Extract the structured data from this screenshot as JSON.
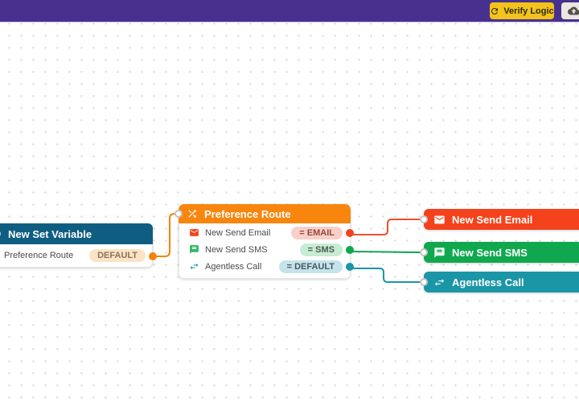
{
  "topbar": {
    "verify_label": "Verify Logic"
  },
  "nodes": {
    "set_variable": {
      "title": "New Set Variable",
      "row_label": "Preference Route",
      "row_badge": "DEFAULT"
    },
    "preference_route": {
      "title": "Preference Route",
      "rows": [
        {
          "icon": "email-icon",
          "label": "New Send Email",
          "badge": "= EMAIL"
        },
        {
          "icon": "sms-icon",
          "label": "New Send SMS",
          "badge": "= SMS"
        },
        {
          "icon": "transfer-icon",
          "label": "Agentless Call",
          "badge": "= DEFAULT"
        }
      ]
    },
    "send_email": {
      "title": "New Send Email"
    },
    "send_sms": {
      "title": "New Send SMS"
    },
    "agentless_call": {
      "title": "Agentless Call"
    }
  },
  "colors": {
    "topbar": "#48318e",
    "verify_button": "#f2c31a",
    "set_variable_header": "#0f5e82",
    "preference_route_header": "#f8860e",
    "send_email": "#f4421c",
    "send_sms": "#0fa84e",
    "agentless_call": "#1a96a6",
    "wire_orange": "#f5820b",
    "wire_red": "#f0502e",
    "wire_green": "#12a44f",
    "wire_teal": "#1a96a6"
  }
}
